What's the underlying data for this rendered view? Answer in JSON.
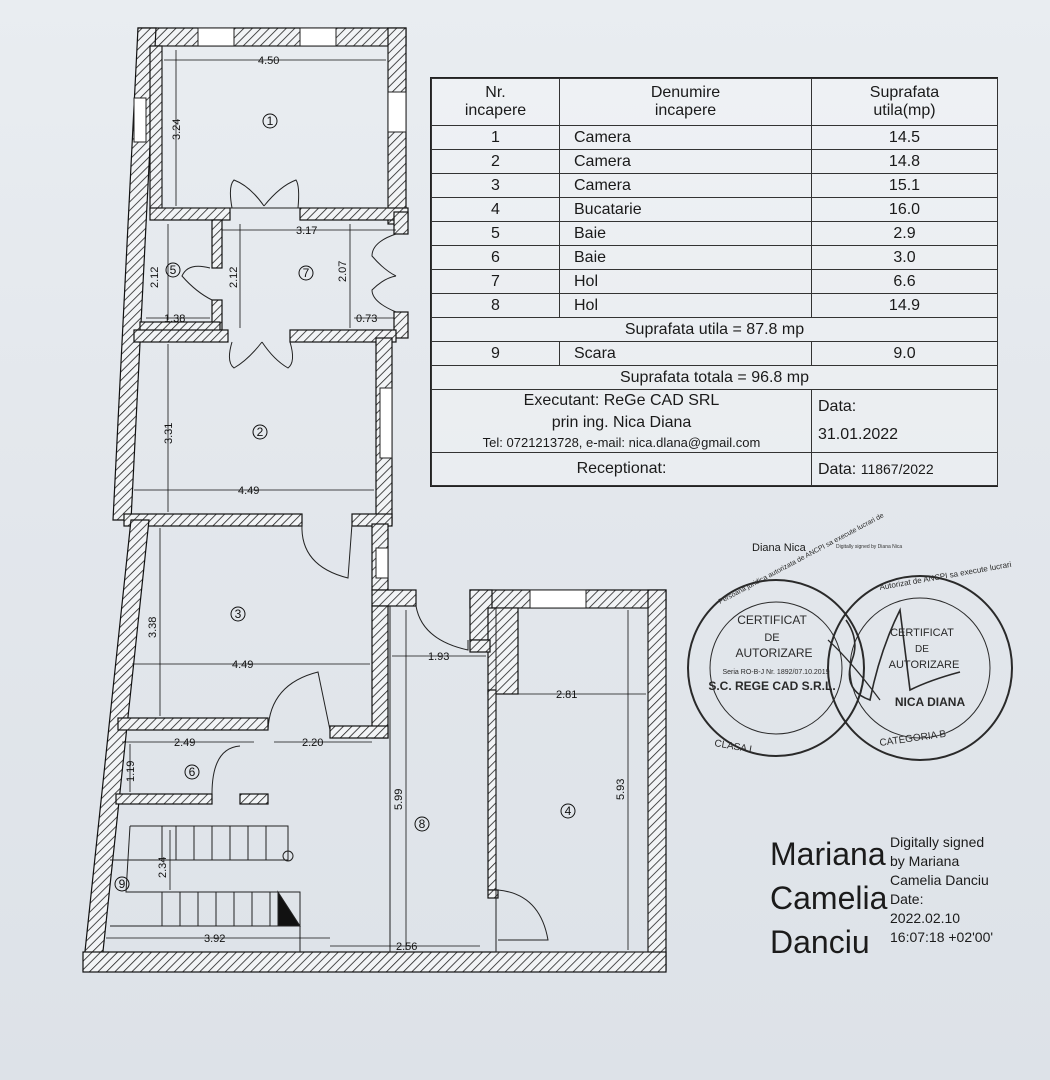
{
  "plan": {
    "dimensions": {
      "d450": "4.50",
      "d324": "3.24",
      "d317": "3.17",
      "d212a": "2.12",
      "d212b": "2.12",
      "d207": "2.07",
      "d138": "1.38",
      "d073": "0.73",
      "d331": "3.31",
      "d449a": "4.49",
      "d338": "3.38",
      "d449b": "4.49",
      "d193": "1.93",
      "d281": "2.81",
      "d249": "2.49",
      "d220": "2.20",
      "d119": "1.19",
      "d599": "5.99",
      "d593": "5.93",
      "d234": "2.34",
      "d392": "3.92",
      "d256": "2.56"
    },
    "room_labels": [
      "1",
      "2",
      "3",
      "4",
      "5",
      "6",
      "7",
      "8",
      "9"
    ]
  },
  "legend": {
    "headers": [
      "Nr.\nincapere",
      "Denumire\nincapere",
      "Suprafata\nutila(mp)"
    ],
    "rows": [
      {
        "nr": "1",
        "name": "Camera",
        "area": "14.5"
      },
      {
        "nr": "2",
        "name": "Camera",
        "area": "14.8"
      },
      {
        "nr": "3",
        "name": "Camera",
        "area": "15.1"
      },
      {
        "nr": "4",
        "name": "Bucatarie",
        "area": "16.0"
      },
      {
        "nr": "5",
        "name": "Baie",
        "area": "2.9"
      },
      {
        "nr": "6",
        "name": "Baie",
        "area": "3.0"
      },
      {
        "nr": "7",
        "name": "Hol",
        "area": "6.6"
      },
      {
        "nr": "8",
        "name": "Hol",
        "area": "14.9"
      }
    ],
    "subtotal": "Suprafata utila = 87.8 mp",
    "extra_row": {
      "nr": "9",
      "name": "Scara",
      "area": "9.0"
    },
    "total": "Suprafata totala = 96.8 mp",
    "executant_line1": "Executant: ReGe CAD SRL",
    "executant_line2": "prin ing. Nica Diana",
    "contact": "Tel: 0721213728, e-mail: nica.dlana@gmail.com",
    "date_label": "Data:",
    "date_value": "31.01.2022",
    "received_label": "Receptionat:",
    "received_date_label": "Data:",
    "received_number": "11867/2022"
  },
  "stamps": {
    "signer_name": "Diana Nica",
    "digital_small": "Digitally signed by Diana Nica",
    "stamp1_title": "CERTIFICAT",
    "stamp1_de": "DE",
    "stamp1_autorizare": "AUTORIZARE",
    "stamp1_serie": "Seria RO-B-J Nr. 1892/07.10.2019",
    "stamp1_company": "S.C. REGE CAD S.R.L.",
    "stamp1_ring": "Persoana juridica autorizata de ANCPI sa execute lucrari de",
    "stamp1_bottom": "CLASA I",
    "stamp2_title": "CERTIFICAT",
    "stamp2_de": "DE",
    "stamp2_autorizare": "AUTORIZARE",
    "stamp2_name": "NICA DIANA",
    "stamp2_ring": "Autorizat de ANCPI sa execute lucrari",
    "stamp2_bottom": "CATEGORIA B"
  },
  "signature": {
    "name_line1": "Mariana",
    "name_line2": "Camelia",
    "name_line3": "Danciu",
    "info_line1": "Digitally signed",
    "info_line2": "by Mariana",
    "info_line3": "Camelia Danciu",
    "info_line4": "Date:",
    "info_line5": "2022.02.10",
    "info_line6": "16:07:18 +02'00'"
  },
  "colors": {
    "ink": "#1a1a1a",
    "stamp": "#2a2a2a",
    "paper": "#e6eaee"
  }
}
